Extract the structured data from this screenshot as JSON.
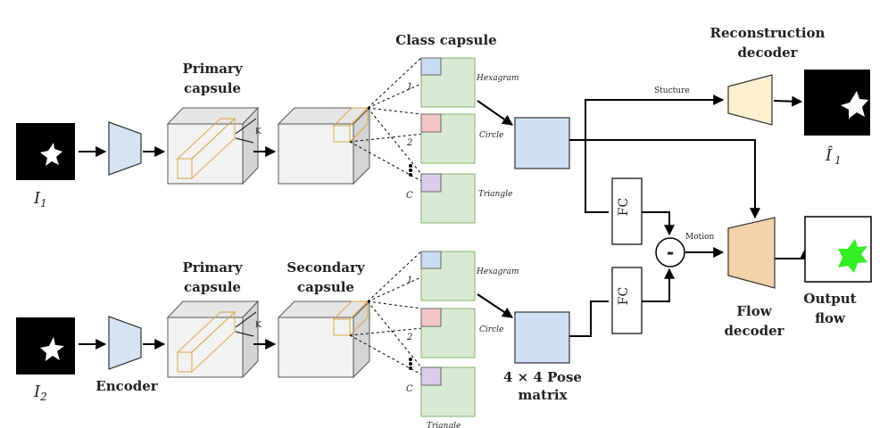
{
  "labels": {
    "class_capsule": "Class capsule",
    "primary_capsule": [
      "Primary",
      "capsule"
    ],
    "secondary_capsule": [
      "Secondary",
      "capsule"
    ],
    "reconstruction_decoder": [
      "Reconstruction",
      "decoder"
    ],
    "structure": "Stucture",
    "motion": "Motion",
    "fc": "FC",
    "minus": "-",
    "kappa": "K",
    "encoder": "Encoder",
    "flow_decoder": [
      "Flow",
      "decoder"
    ],
    "output_flow": [
      "Output",
      "flow"
    ],
    "pose_matrix": [
      "4 × 4 Pose",
      "matrix"
    ],
    "input1": "I",
    "input1_sub": "1",
    "input2": "I",
    "input2_sub": "2",
    "recon_label": "Î",
    "recon_sub": "1"
  },
  "class_items": [
    {
      "index": "1",
      "name": "Hexagram",
      "color": "#c9dcf2"
    },
    {
      "index": "2",
      "name": "Circle",
      "color": "#f3c6c6"
    },
    {
      "index": "C",
      "name": "Triangle",
      "color": "#d9cdea"
    }
  ],
  "colors": {
    "encoder": "#d6e4f5",
    "pose": "#cfe0f5",
    "class_box": "#d8ead3",
    "class_border": "#82b366",
    "recon_decoder": "#fdf0cf",
    "flow_decoder": "#f6d2aa",
    "output_star": "#33ee22",
    "cube_face": "#f2f2f2",
    "cube_side": "#d4d4d4",
    "cube_top": "#e6e6e6",
    "capsule_outline": "#d6a94a"
  }
}
